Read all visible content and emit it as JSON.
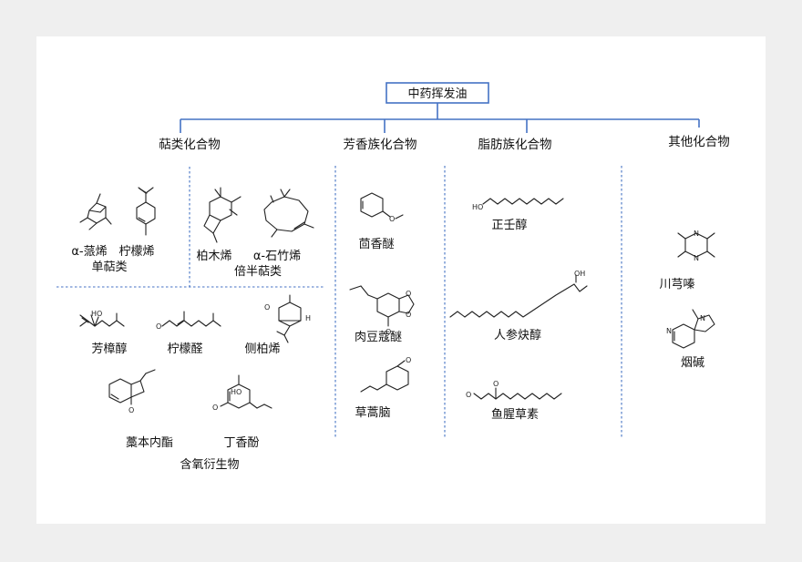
{
  "root": {
    "label": "中药挥发油"
  },
  "categories": [
    {
      "label": "萜类化合物"
    },
    {
      "label": "芳香族化合物"
    },
    {
      "label": "脂肪族化合物"
    },
    {
      "label": "其他化合物"
    }
  ],
  "terpenes": {
    "mono_group": "单萜类",
    "sesqui_group": "倍半萜类",
    "oxy_group": "含氧衍生物",
    "compounds": [
      "α-蒎烯",
      "柠檬烯",
      "柏木烯",
      "α-石竹烯",
      "芳樟醇",
      "柠檬醛",
      "侧柏烯",
      "藁本内酯",
      "丁香酚"
    ]
  },
  "aromatics": {
    "compounds": [
      "茴香醚",
      "肉豆蔻醚",
      "草蒿脑"
    ]
  },
  "aliphatics": {
    "compounds": [
      "正壬醇",
      "人参炔醇",
      "鱼腥草素"
    ]
  },
  "others": {
    "compounds": [
      "川芎嗪",
      "烟碱"
    ]
  },
  "atoms": {
    "oh": "OH",
    "ho": "HO",
    "o": "O",
    "h": "H",
    "n": "N"
  },
  "colors": {
    "frame": "#4472c4",
    "root_fill": "#dce6f2",
    "divider": "#4472c4",
    "text": "#111111"
  }
}
